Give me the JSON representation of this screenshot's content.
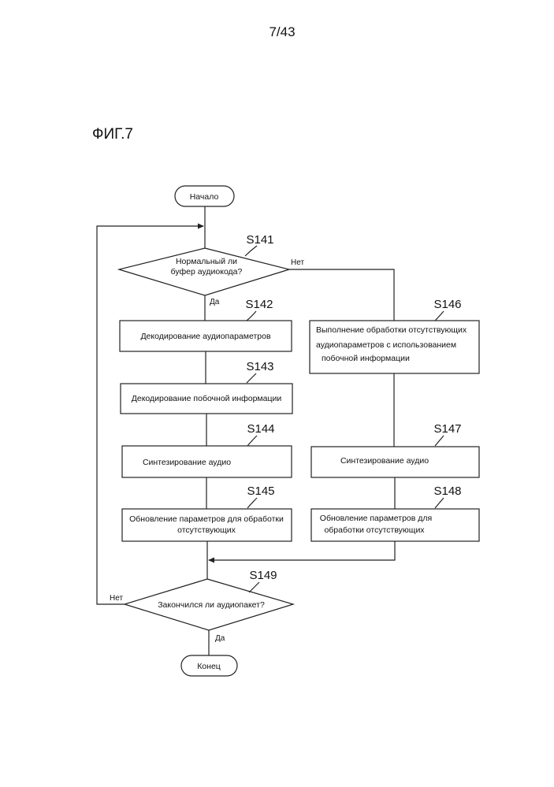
{
  "page_number": "7/43",
  "figure_title": "ФИГ.7",
  "start": "Начало",
  "end": "Конец",
  "decision_buffer": {
    "step": "S141",
    "lines": [
      "Нормальный ли",
      "буфер аудиокода?"
    ],
    "yes": "Да",
    "no": "Нет"
  },
  "left_steps": [
    {
      "step": "S142",
      "lines": [
        "Декодирование аудиопараметров"
      ]
    },
    {
      "step": "S143",
      "lines": [
        "Декодирование побочной информации"
      ]
    },
    {
      "step": "S144",
      "lines": [
        "Синтезирование аудио"
      ]
    },
    {
      "step": "S145",
      "lines": [
        "Обновление параметров для обработки",
        "отсутствующих"
      ]
    }
  ],
  "right_steps": [
    {
      "step": "S146",
      "lines": [
        "Выполнение обработки отсутствующих",
        "аудиопараметров с использованием",
        "побочной информации"
      ]
    },
    {
      "step": "S147",
      "lines": [
        "Синтезирование аудио"
      ]
    },
    {
      "step": "S148",
      "lines": [
        "Обновление параметров для",
        "обработки отсутствующих"
      ]
    }
  ],
  "decision_packet": {
    "step": "S149",
    "lines": [
      "Закончился ли аудиопакет?"
    ],
    "yes": "Да",
    "no": "Нет"
  }
}
